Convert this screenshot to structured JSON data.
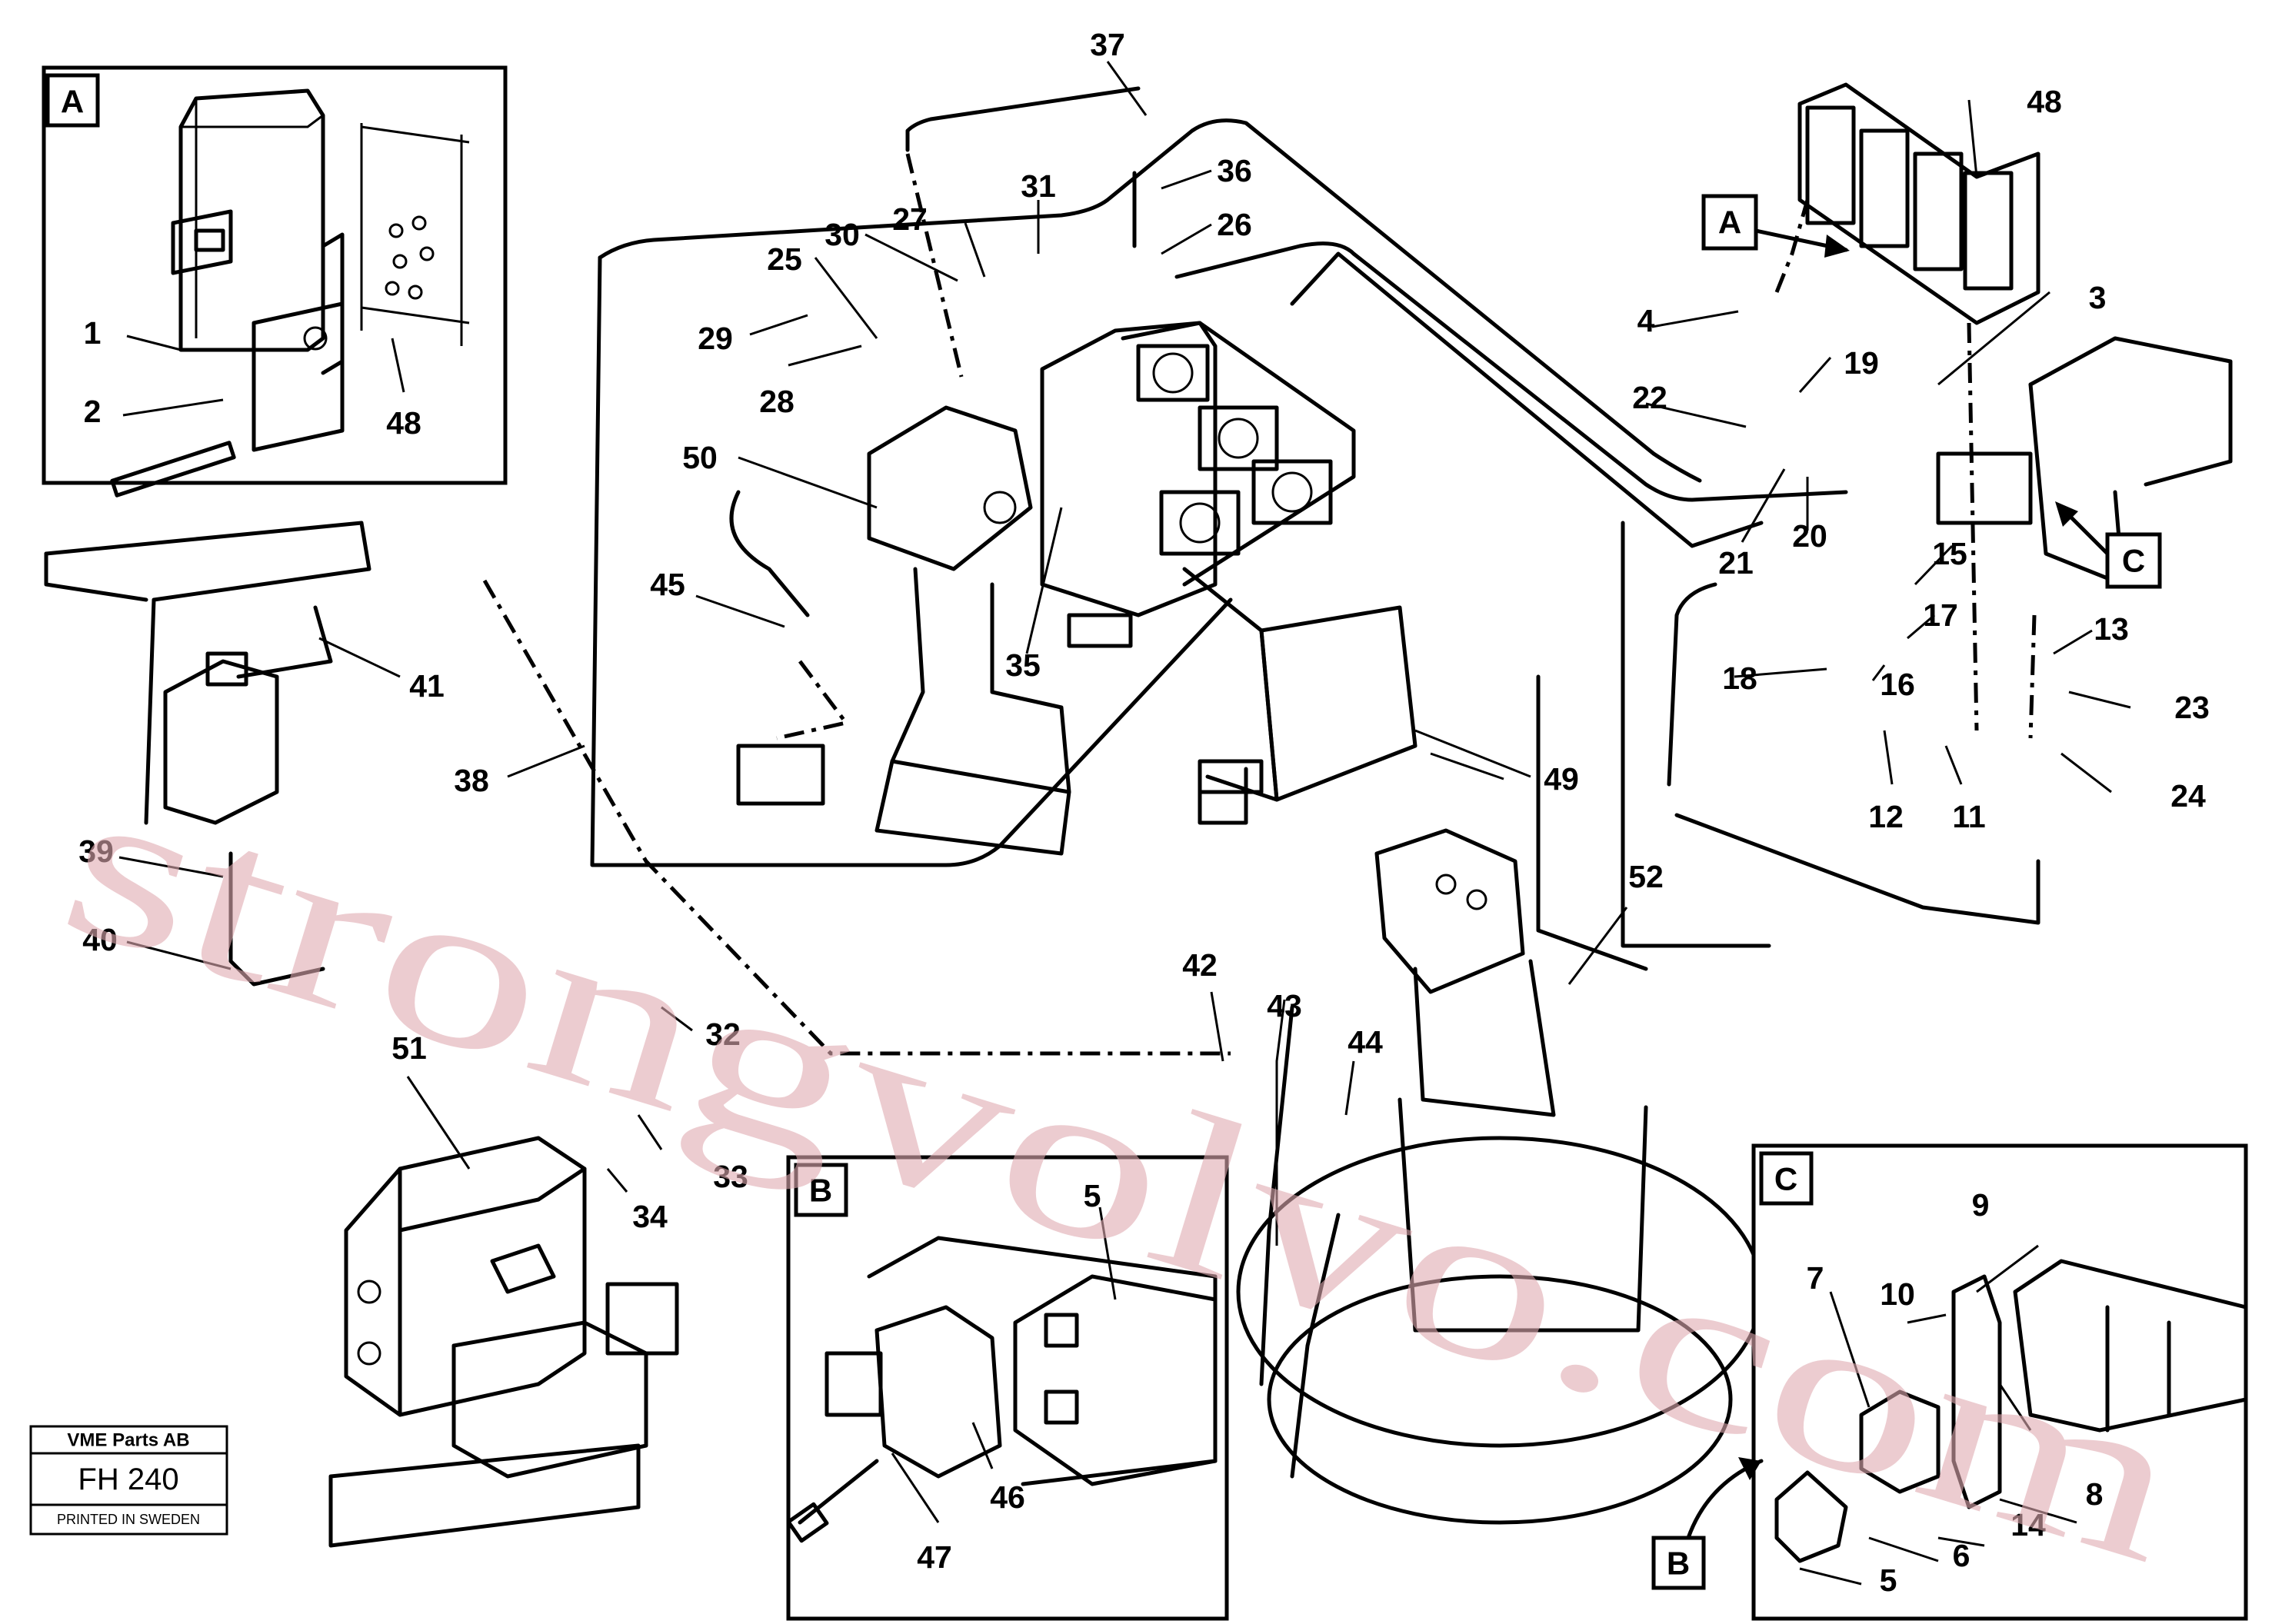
{
  "part_labels": {
    "p1": "1",
    "p2": "2",
    "p3": "3",
    "p4": "4",
    "p5a": "5",
    "p5b": "5",
    "p6": "6",
    "p7": "7",
    "p8": "8",
    "p9": "9",
    "p10": "10",
    "p11": "11",
    "p12": "12",
    "p13": "13",
    "p14": "14",
    "p15": "15",
    "p16": "16",
    "p17": "17",
    "p18": "18",
    "p19": "19",
    "p20": "20",
    "p21": "21",
    "p22": "22",
    "p23": "23",
    "p24": "24",
    "p25": "25",
    "p26": "26",
    "p27": "27",
    "p28": "28",
    "p29": "29",
    "p30": "30",
    "p31": "31",
    "p32": "32",
    "p33": "33",
    "p34": "34",
    "p35": "35",
    "p36": "36",
    "p37": "37",
    "p38": "38",
    "p39": "39",
    "p40": "40",
    "p41": "41",
    "p42": "42",
    "p43": "43",
    "p44": "44",
    "p45": "45",
    "p46": "46",
    "p47": "47",
    "p48a": "48",
    "p48b": "48",
    "p49": "49",
    "p50": "50",
    "p51": "51",
    "p52": "52"
  },
  "callouts": {
    "a_inset": "A",
    "a_main": "A",
    "b_inset": "B",
    "b_main": "B",
    "c_inset": "C",
    "c_main": "C"
  },
  "stamp": {
    "company": "VME Parts AB",
    "code": "FH 240",
    "printed": "PRINTED IN SWEDEN"
  },
  "watermark": "strongvolvo.com"
}
